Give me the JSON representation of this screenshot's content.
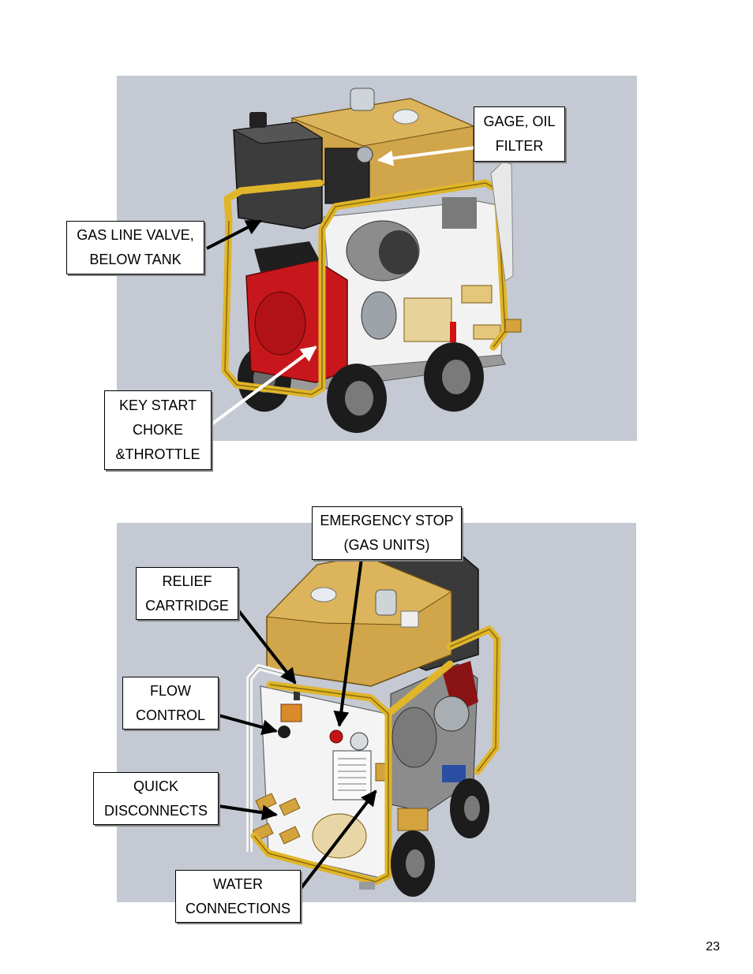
{
  "figure_top": {
    "callouts": {
      "gage_oil_filter": [
        "GAGE, OIL",
        "FILTER"
      ],
      "gas_line_valve": [
        "GAS LINE VALVE,",
        "BELOW TANK"
      ],
      "key_start": [
        "KEY START",
        "CHOKE",
        "&THROTTLE"
      ]
    }
  },
  "figure_bottom": {
    "callouts": {
      "emergency_stop": [
        "EMERGENCY STOP",
        "(GAS UNITS)"
      ],
      "relief_cartridge": [
        "RELIEF",
        "CARTRIDGE"
      ],
      "flow_control": [
        "FLOW",
        "CONTROL"
      ],
      "quick_disconnects": [
        "QUICK",
        "DISCONNECTS"
      ],
      "water_connections": [
        "WATER",
        "CONNECTIONS"
      ]
    }
  },
  "colors": {
    "figure_background": "#c4c9d3",
    "frame_gold": "#e0b52a",
    "tank_tan": "#d1a54a",
    "engine_red": "#c8171c",
    "fuel_tank": "#3c3c3c"
  },
  "page_number": "23"
}
